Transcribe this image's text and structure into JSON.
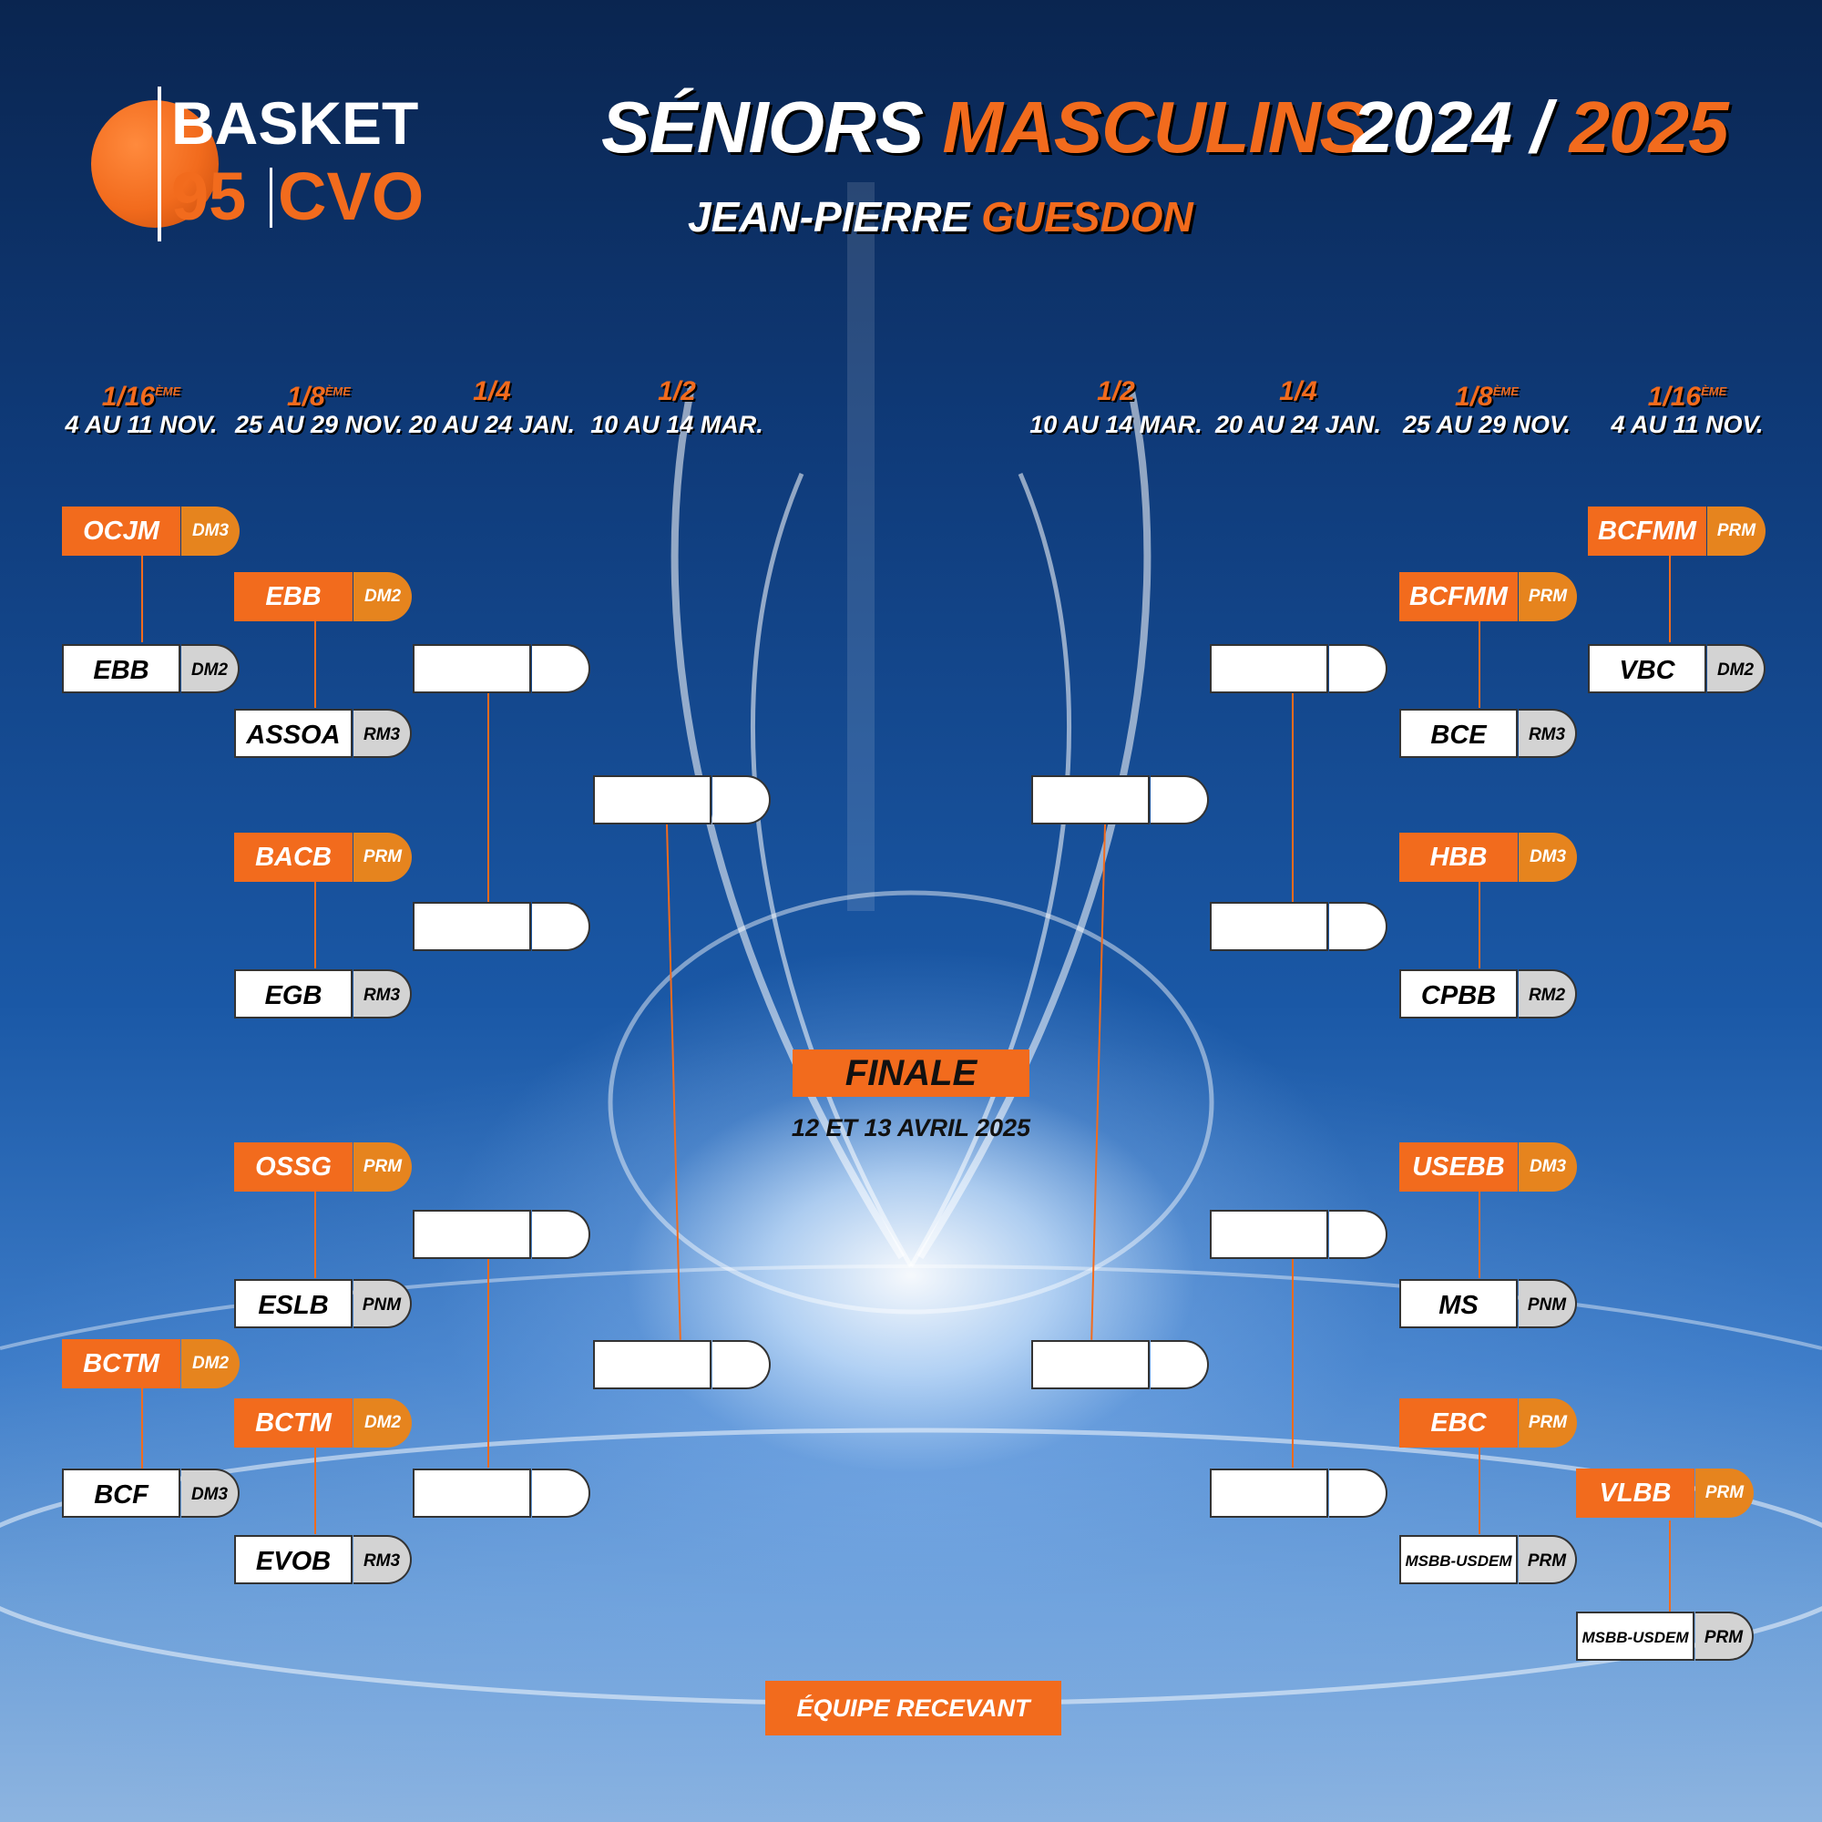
{
  "header": {
    "title_white": "SÉNIORS",
    "title_orange": "MASCULINS",
    "subtitle_white": "JEAN-PIERRE",
    "subtitle_orange": "GUESDON",
    "season_white": "2024 /",
    "season_orange": "2025"
  },
  "logo": {
    "line1": "BASKET",
    "line2_orange": "95",
    "line2_right": "CVO"
  },
  "rounds": {
    "r16": {
      "label": "1/16",
      "sup": "ÈME",
      "dates": "4 AU 11 NOV."
    },
    "r8": {
      "label": "1/8",
      "sup": "ÈME",
      "dates": "25 AU 29 NOV."
    },
    "qf": {
      "label": "1/4",
      "dates": "20 AU 24 JAN."
    },
    "sf": {
      "label": "1/2",
      "dates": "10 AU 14 MAR."
    }
  },
  "left": {
    "r16_top": {
      "home": {
        "name": "OCJM",
        "level": "DM3"
      },
      "away": {
        "name": "EBB",
        "level": "DM2"
      }
    },
    "r8_1": {
      "home": {
        "name": "EBB",
        "level": "DM2"
      },
      "away": {
        "name": "ASSOA",
        "level": "RM3"
      }
    },
    "r8_2": {
      "home": {
        "name": "BACB",
        "level": "PRM"
      },
      "away": {
        "name": "EGB",
        "level": "RM3"
      }
    },
    "r8_3": {
      "home": {
        "name": "OSSG",
        "level": "PRM"
      },
      "away": {
        "name": "ESLB",
        "level": "PNM"
      }
    },
    "r16_bottom": {
      "home": {
        "name": "BCTM",
        "level": "DM2"
      },
      "away": {
        "name": "BCF",
        "level": "DM3"
      }
    },
    "r8_4": {
      "home": {
        "name": "BCTM",
        "level": "DM2"
      },
      "away": {
        "name": "EVOB",
        "level": "RM3"
      }
    }
  },
  "right": {
    "r16_top": {
      "home": {
        "name": "BCFMM",
        "level": "PRM"
      },
      "away": {
        "name": "VBC",
        "level": "DM2"
      }
    },
    "r8_1": {
      "home": {
        "name": "BCFMM",
        "level": "PRM"
      },
      "away": {
        "name": "BCE",
        "level": "RM3"
      }
    },
    "r8_2": {
      "home": {
        "name": "HBB",
        "level": "DM3"
      },
      "away": {
        "name": "CPBB",
        "level": "RM2"
      }
    },
    "r8_3": {
      "home": {
        "name": "USEBB",
        "level": "DM3"
      },
      "away": {
        "name": "MS",
        "level": "PNM"
      }
    },
    "r8_4": {
      "home": {
        "name": "EBC",
        "level": "PRM"
      },
      "away": {
        "name": "MSBB-USDEM",
        "level": "PRM"
      }
    },
    "r16_bottom": {
      "home": {
        "name": "VLBB",
        "level": "PRM"
      },
      "away": {
        "name": "MSBB-USDEM",
        "level": "PRM"
      }
    }
  },
  "finale": {
    "label": "FINALE",
    "dates": "12 ET 13 AVRIL 2025"
  },
  "legend": {
    "home_team": "ÉQUIPE RECEVANT"
  },
  "colors": {
    "orange": "#f26b1d",
    "level_orange": "#e6841e",
    "level_grey": "#d3d3d3"
  }
}
